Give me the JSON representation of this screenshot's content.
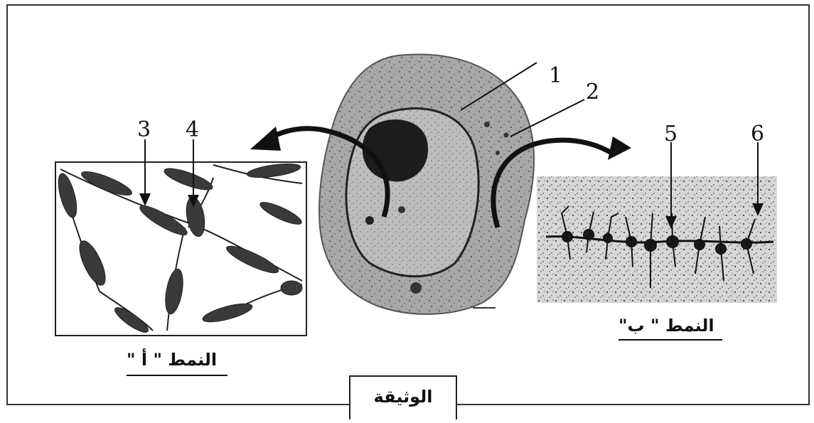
{
  "labels": {
    "n1": "1",
    "n2": "2",
    "n3": "3",
    "n4": "4",
    "n5": "5",
    "n6": "6"
  },
  "captions": {
    "pattern_a": "النمط \" أ \"",
    "pattern_b": "النمط \" ب\""
  },
  "document_title": "الوثيقة",
  "colors": {
    "frame": "#333333",
    "cell_fill": "#a9a9a9",
    "nucleolus": "#1a1a1a",
    "panel_b_bg": "#d4d4d4",
    "ink": "#111111"
  }
}
